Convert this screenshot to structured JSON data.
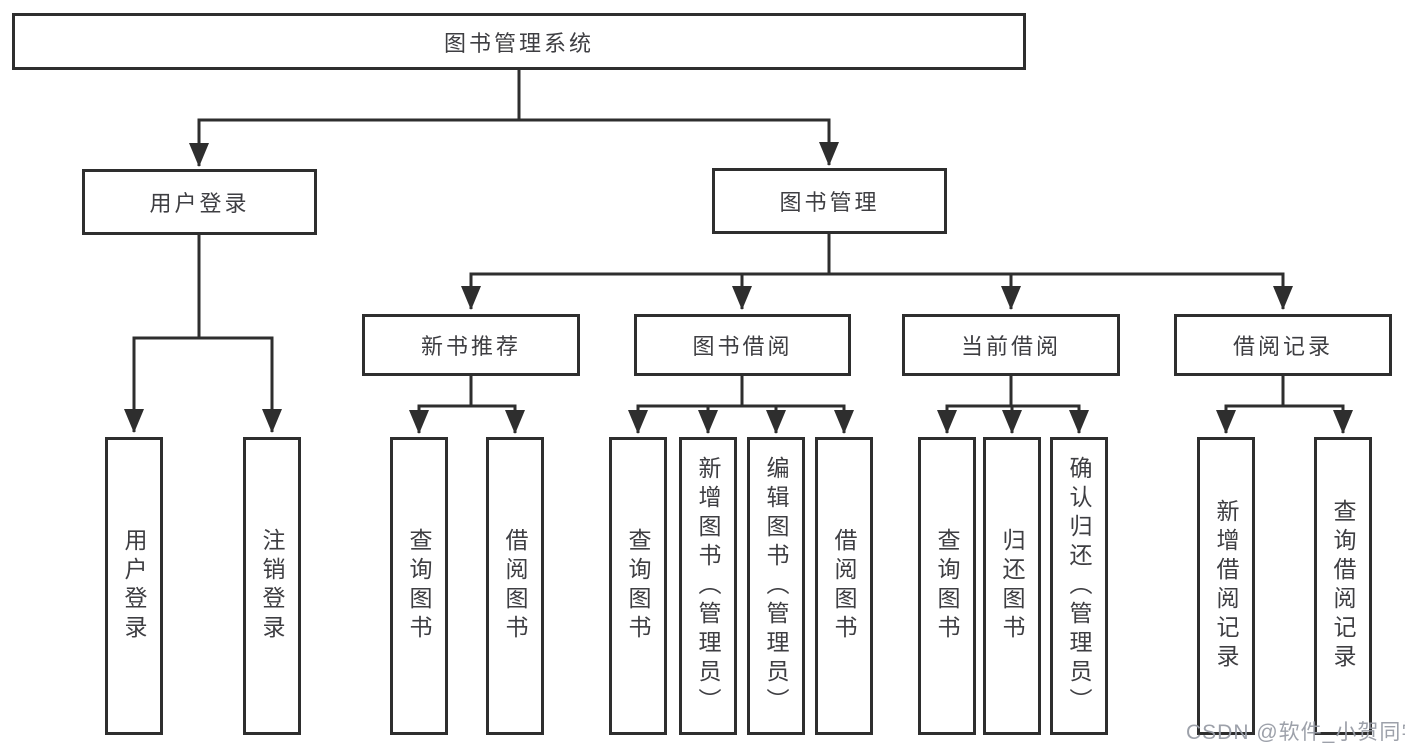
{
  "diagram_title": "图书管理系统",
  "tree": {
    "label": "图书管理系统",
    "children": [
      {
        "label": "用户登录",
        "children": [
          {
            "label": "用户登录"
          },
          {
            "label": "注销登录"
          }
        ]
      },
      {
        "label": "图书管理",
        "children": [
          {
            "label": "新书推荐",
            "children": [
              {
                "label": "查询图书"
              },
              {
                "label": "借阅图书"
              }
            ]
          },
          {
            "label": "图书借阅",
            "children": [
              {
                "label": "查询图书"
              },
              {
                "label": "新增图书（管理员）"
              },
              {
                "label": "编辑图书（管理员）"
              },
              {
                "label": "借阅图书"
              }
            ]
          },
          {
            "label": "当前借阅",
            "children": [
              {
                "label": "查询图书"
              },
              {
                "label": "归还图书"
              },
              {
                "label": "确认归还（管理员）"
              }
            ]
          },
          {
            "label": "借阅记录",
            "children": [
              {
                "label": "新增借阅记录"
              },
              {
                "label": "查询借阅记录"
              }
            ]
          }
        ]
      }
    ]
  },
  "watermark": {
    "text": "CSDN @软件_小贺同学"
  },
  "colors": {
    "line": "#2e2e2e",
    "box_border": "#2e2e2e",
    "text": "#3e3e42",
    "background": "#ffffff",
    "watermark": "#989ca5"
  }
}
